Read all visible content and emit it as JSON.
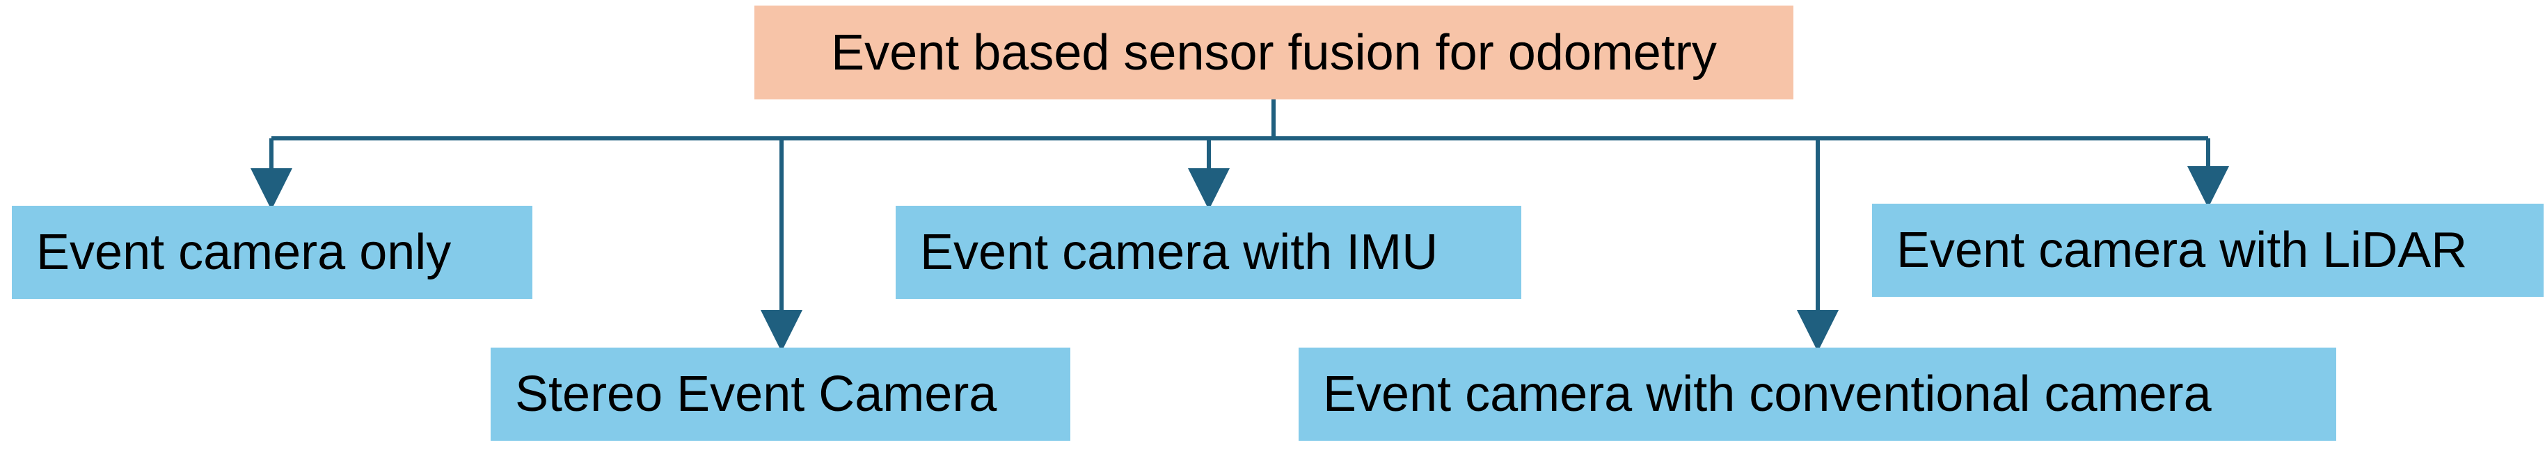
{
  "colors": {
    "root_fill": "#f7c4a8",
    "child_fill": "#84cbea",
    "connector": "#1f5f7f",
    "text": "#000000"
  },
  "root": {
    "label": "Event based sensor fusion for odometry"
  },
  "children": [
    {
      "label": "Event camera only"
    },
    {
      "label": "Stereo Event Camera"
    },
    {
      "label": "Event camera with IMU"
    },
    {
      "label": "Event camera with conventional camera"
    },
    {
      "label": "Event camera with LiDAR"
    }
  ]
}
